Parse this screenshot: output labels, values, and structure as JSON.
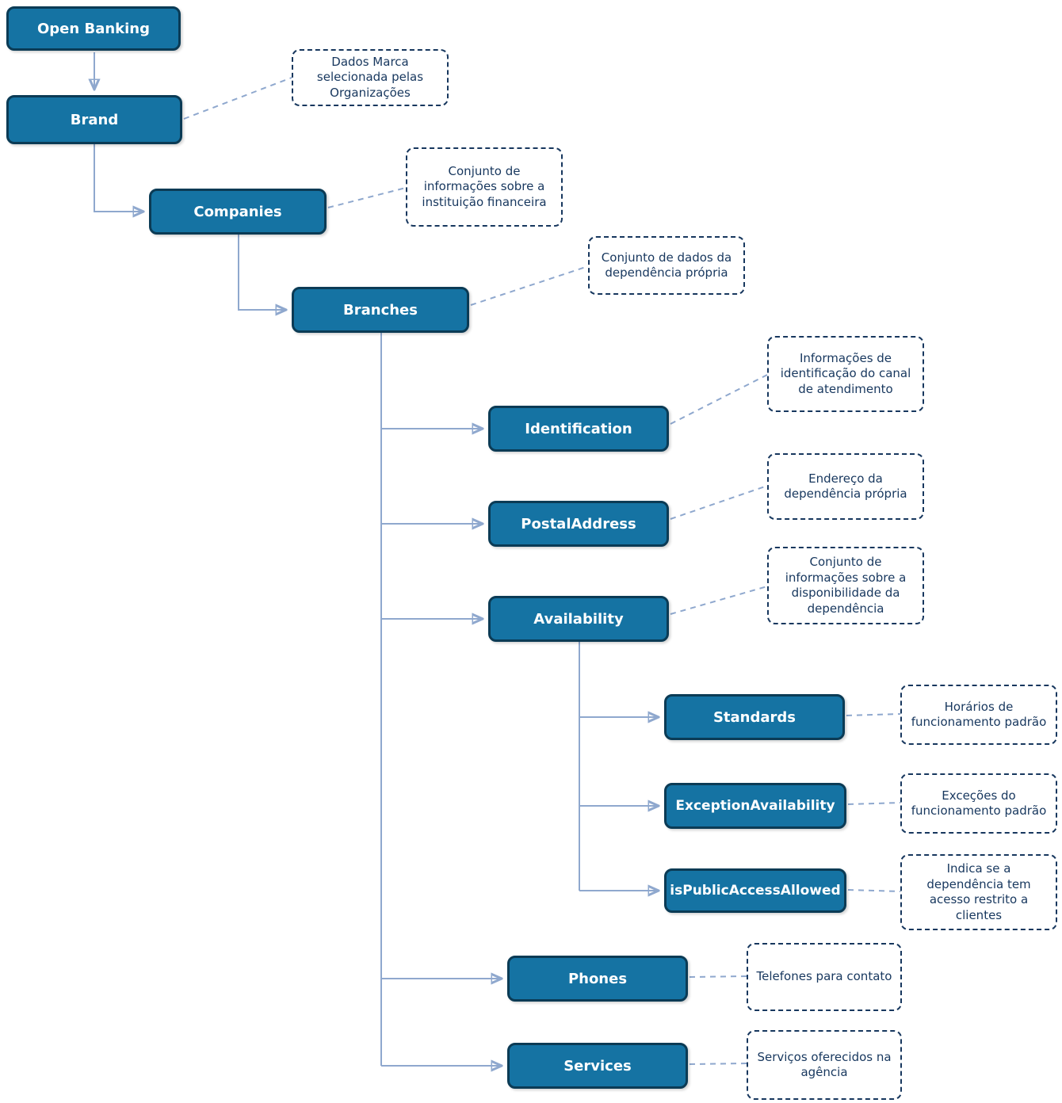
{
  "colors": {
    "node_fill": "#1573A3",
    "node_border": "#0B3B55",
    "node_text": "#FFFFFF",
    "annotation_border": "#17375E",
    "annotation_text": "#17375E",
    "connector": "#8FA8CE",
    "background": "#FFFFFF"
  },
  "nodes": {
    "open_banking": "Open Banking",
    "brand": "Brand",
    "companies": "Companies",
    "branches": "Branches",
    "identification": "Identification",
    "postal_address": "PostalAddress",
    "availability": "Availability",
    "standards": "Standards",
    "exception_availability": "ExceptionAvailability",
    "is_public_access_allowed": "isPublicAccessAllowed",
    "phones": "Phones",
    "services": "Services"
  },
  "annotations": {
    "brand": "Dados Marca selecionada pelas Organizações",
    "companies": "Conjunto de informações sobre a instituição financeira",
    "branches": "Conjunto de dados da dependência própria",
    "identification": "Informações de identificação do canal de atendimento",
    "postal_address": "Endereço da dependência própria",
    "availability": "Conjunto de informações sobre a disponibilidade da dependência",
    "standards": "Horários de funcionamento padrão",
    "exception_availability": "Exceções do funcionamento padrão",
    "is_public_access_allowed": "Indica se a dependência tem acesso restrito a clientes",
    "phones": "Telefones para contato",
    "services": "Serviços oferecidos na agência"
  }
}
